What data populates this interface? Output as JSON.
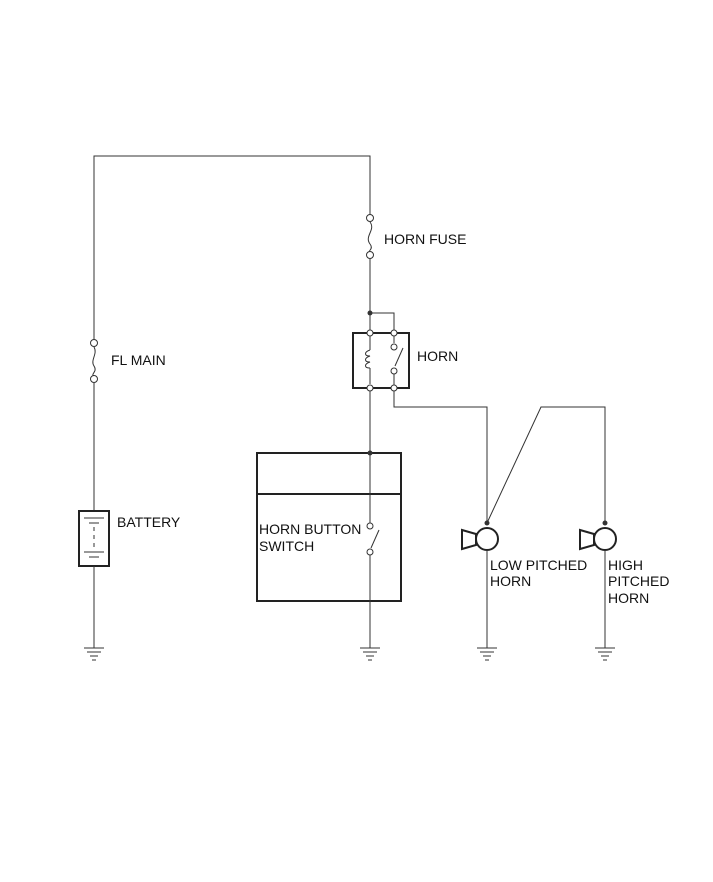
{
  "labels": {
    "horn_fuse": "HORN FUSE",
    "fl_main": "FL MAIN",
    "horn_relay": "HORN",
    "battery": "BATTERY",
    "horn_button_line1": "HORN BUTTON",
    "horn_button_line2": "SWITCH",
    "low_horn_line1": "LOW PITCHED",
    "low_horn_line2": "HORN",
    "high_horn_line1": "HIGH",
    "high_horn_line2": "PITCHED",
    "high_horn_line3": "HORN"
  },
  "colors": {
    "wire": "#333333",
    "background": "#ffffff"
  }
}
